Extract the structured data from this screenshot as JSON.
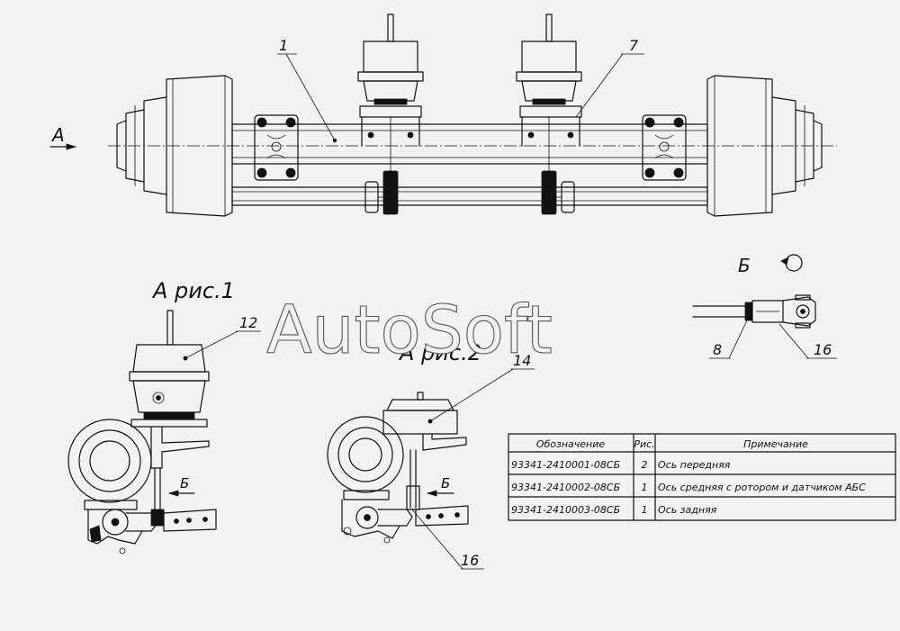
{
  "watermark": "AutoSoft",
  "views": {
    "main_arrow": "А",
    "view_a1": "А рис.1",
    "view_a2": "А рис.2",
    "view_b": "Б",
    "arrow_b1": "Б",
    "arrow_b2": "Б"
  },
  "callouts": {
    "c1": "1",
    "c7": "7",
    "c12": "12",
    "c14": "14",
    "c16a": "16",
    "c16b": "16",
    "c8": "8"
  },
  "table": {
    "headers": [
      "Обозначение",
      "Рис.",
      "Примечание"
    ],
    "rows": [
      [
        "93341-2410001-08СБ",
        "2",
        "Ось  передняя"
      ],
      [
        "93341-2410002-08СБ",
        "1",
        "Ось   средняя с ротором и датчиком АБС"
      ],
      [
        "93341-2410003-08СБ",
        "1",
        "Ось  задняя"
      ]
    ]
  }
}
